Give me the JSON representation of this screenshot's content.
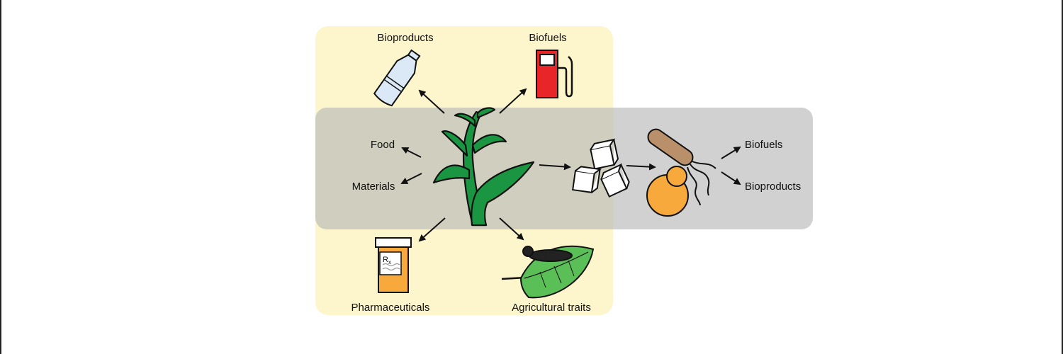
{
  "labels": {
    "bioproducts_top": "Bioproducts",
    "biofuels_top": "Biofuels",
    "food": "Food",
    "materials": "Materials",
    "pharmaceuticals": "Pharmaceuticals",
    "agricultural_traits": "Agricultural traits",
    "biofuels_right": "Biofuels",
    "bioproducts_right": "Bioproducts",
    "rx": "R",
    "rx_sub": "x"
  },
  "colors": {
    "plant_panel": "#fdf6cd",
    "microbe_panel": "#c7c7c7",
    "plant": "#1a9642",
    "fuel_pump": "#e8262a",
    "bottle": "#dbe9f7",
    "pill_bottle": "#f7a93b",
    "yeast": "#f7a93b",
    "bacterium": "#b9906a",
    "leaf": "#5bbf57"
  }
}
